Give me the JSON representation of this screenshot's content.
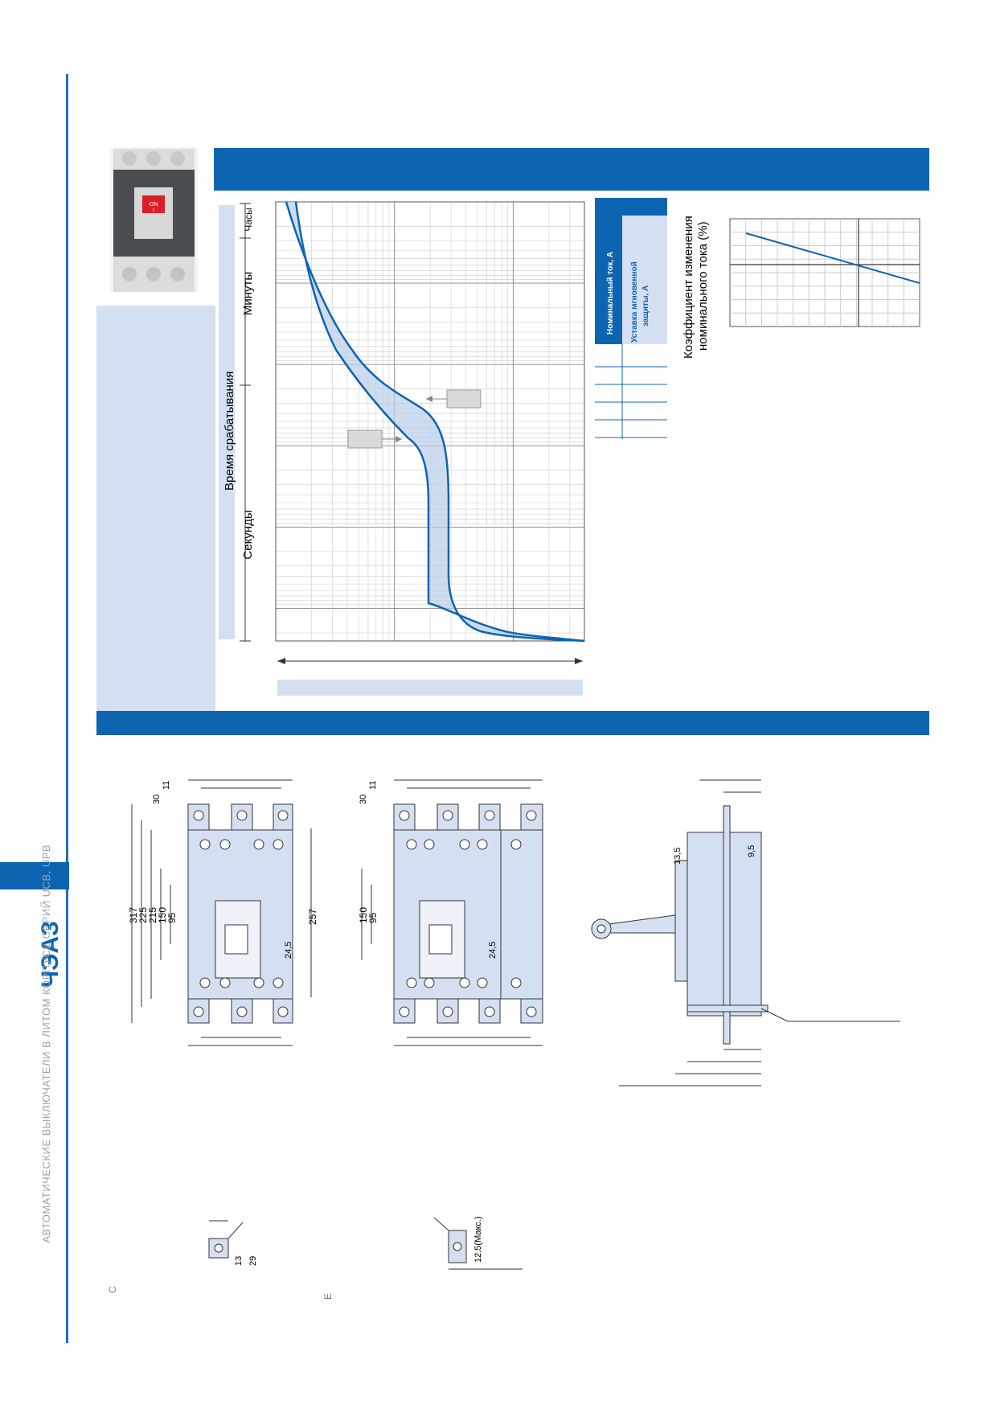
{
  "brand": {
    "logo_text": "ЧЭАЗ",
    "accent": "#0d64b0",
    "light_fill": "#d4e0f2"
  },
  "side_title": "АВТОМАТИЧЕСКИЕ ВЫКЛЮЧАТЕЛИ В ЛИТОМ КОРПУСЕ СЕРИЙ UCB, UPB",
  "chart": {
    "axis_title": "Время срабатывания",
    "seconds_label": "Секунды",
    "minutes_label": "Минуты",
    "hours_label": "Часы"
  },
  "table": {
    "col1": "Номинальный ток, А",
    "col2": "Уставка мгновенной защиты, А"
  },
  "coef": {
    "title_line1": "Коэффициент изменения",
    "title_line2": "номинального тока (%)"
  },
  "dims": {
    "d317": "317",
    "d225": "225",
    "d215": "215",
    "d150": "150",
    "d95": "95",
    "d24_5": "24,5",
    "d257": "257",
    "d30": "30",
    "d11": "11",
    "d150b": "150",
    "d95b": "95",
    "d24_5b": "24,5",
    "d30b": "30",
    "d11b": "11",
    "phi13_5": "13,5",
    "phi9_5": "9,5",
    "d13": "13",
    "d29": "29",
    "d12_5": "12,5(Макс.)"
  },
  "footnotes": {
    "f1": "С",
    "f2": "Е"
  },
  "photo": {
    "switch_label": "ON",
    "switch_sub": "I"
  }
}
